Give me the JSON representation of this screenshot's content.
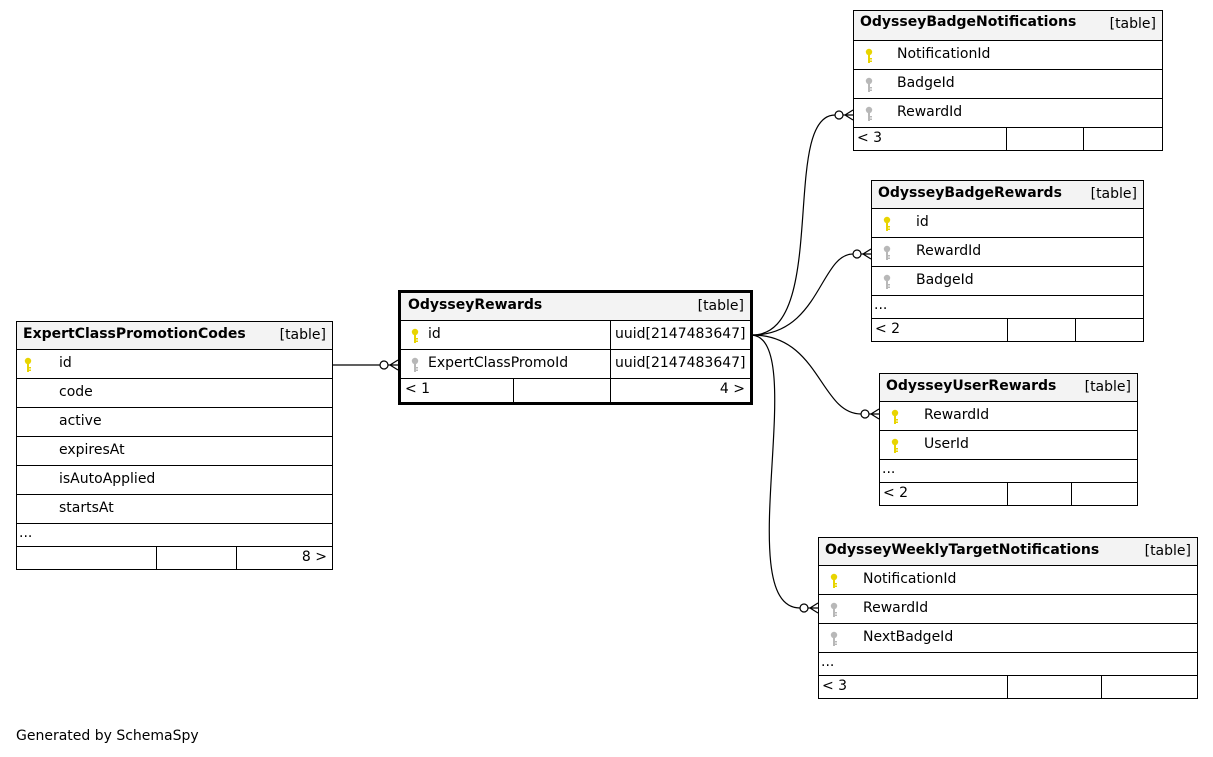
{
  "tables": {
    "expert": {
      "name": "ExpertClassPromotionCodes",
      "kind": "[table]",
      "columns": [
        {
          "name": "id",
          "key": "primary"
        },
        {
          "name": "code",
          "key": "none"
        },
        {
          "name": "active",
          "key": "none"
        },
        {
          "name": "expiresAt",
          "key": "none"
        },
        {
          "name": "isAutoApplied",
          "key": "none"
        },
        {
          "name": "startsAt",
          "key": "none"
        }
      ],
      "more": "...",
      "footer": {
        "left": "",
        "right": "8 >"
      }
    },
    "rewards": {
      "name": "OdysseyRewards",
      "kind": "[table]",
      "columns": [
        {
          "name": "id",
          "key": "primary",
          "type": "uuid[2147483647]"
        },
        {
          "name": "ExpertClassPromoId",
          "key": "foreign",
          "type": "uuid[2147483647]"
        }
      ],
      "footer": {
        "left": "< 1",
        "right": "4 >"
      }
    },
    "badgeNotifications": {
      "name": "OdysseyBadgeNotifications",
      "kind": "[table]",
      "columns": [
        {
          "name": "NotificationId",
          "key": "primary"
        },
        {
          "name": "BadgeId",
          "key": "foreign"
        },
        {
          "name": "RewardId",
          "key": "foreign"
        }
      ],
      "footer": {
        "left": "< 3",
        "right": ""
      }
    },
    "badgeRewards": {
      "name": "OdysseyBadgeRewards",
      "kind": "[table]",
      "columns": [
        {
          "name": "id",
          "key": "primary"
        },
        {
          "name": "RewardId",
          "key": "foreign"
        },
        {
          "name": "BadgeId",
          "key": "foreign"
        }
      ],
      "more": "...",
      "footer": {
        "left": "< 2",
        "right": ""
      }
    },
    "userRewards": {
      "name": "OdysseyUserRewards",
      "kind": "[table]",
      "columns": [
        {
          "name": "RewardId",
          "key": "primary"
        },
        {
          "name": "UserId",
          "key": "primary"
        }
      ],
      "more": "...",
      "footer": {
        "left": "< 2",
        "right": ""
      }
    },
    "weeklyTarget": {
      "name": "OdysseyWeeklyTargetNotifications",
      "kind": "[table]",
      "columns": [
        {
          "name": "NotificationId",
          "key": "primary"
        },
        {
          "name": "RewardId",
          "key": "foreign"
        },
        {
          "name": "NextBadgeId",
          "key": "foreign"
        }
      ],
      "more": "...",
      "footer": {
        "left": "< 3",
        "right": ""
      }
    }
  },
  "colors": {
    "primary_key": "#e8d400",
    "foreign_key": "#b8b8b8",
    "header_bg": "#f3f3f3"
  },
  "credit": "Generated by SchemaSpy"
}
